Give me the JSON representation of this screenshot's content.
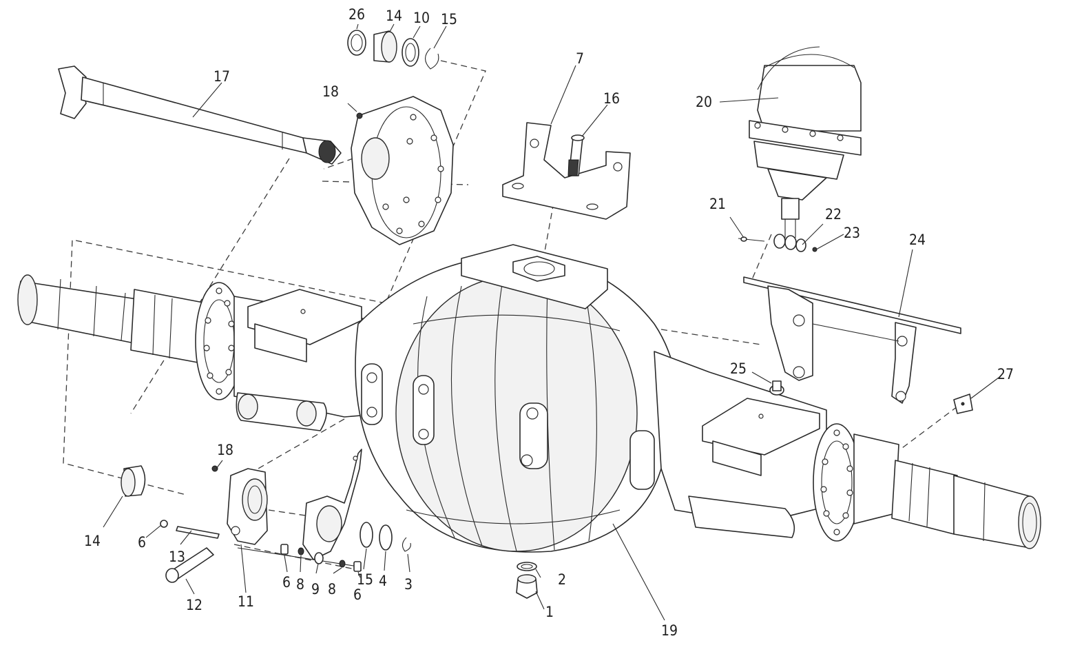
{
  "callouts": [
    {
      "id": "c26",
      "text": "26"
    },
    {
      "id": "c14a",
      "text": "14"
    },
    {
      "id": "c10",
      "text": "10"
    },
    {
      "id": "c15a",
      "text": "15"
    },
    {
      "id": "c17",
      "text": "17"
    },
    {
      "id": "c18a",
      "text": "18"
    },
    {
      "id": "c7",
      "text": "7"
    },
    {
      "id": "c16",
      "text": "16"
    },
    {
      "id": "c20",
      "text": "20"
    },
    {
      "id": "c21",
      "text": "21"
    },
    {
      "id": "c22",
      "text": "22"
    },
    {
      "id": "c23",
      "text": "23"
    },
    {
      "id": "c24",
      "text": "24"
    },
    {
      "id": "c25",
      "text": "25"
    },
    {
      "id": "c27",
      "text": "27"
    },
    {
      "id": "c18b",
      "text": "18"
    },
    {
      "id": "c14b",
      "text": "14"
    },
    {
      "id": "c6a",
      "text": "6"
    },
    {
      "id": "c13",
      "text": "13"
    },
    {
      "id": "c12",
      "text": "12"
    },
    {
      "id": "c11",
      "text": "11"
    },
    {
      "id": "c6b",
      "text": "6"
    },
    {
      "id": "c8a",
      "text": "8"
    },
    {
      "id": "c9",
      "text": "9"
    },
    {
      "id": "c8b",
      "text": "8"
    },
    {
      "id": "c6c",
      "text": "6"
    },
    {
      "id": "c15b",
      "text": "15"
    },
    {
      "id": "c4",
      "text": "4"
    },
    {
      "id": "c3",
      "text": "3"
    },
    {
      "id": "c2",
      "text": "2"
    },
    {
      "id": "c1",
      "text": "1"
    },
    {
      "id": "c19",
      "text": "19"
    }
  ]
}
